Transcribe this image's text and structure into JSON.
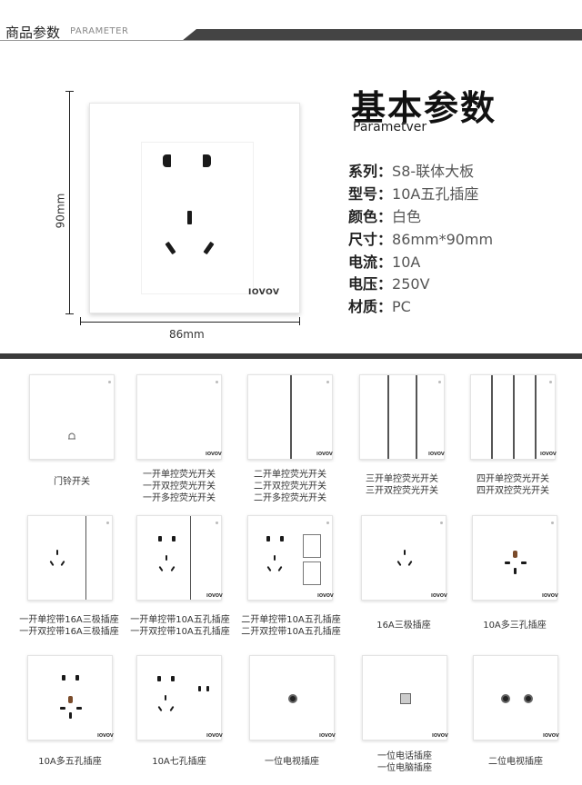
{
  "header": {
    "title": "商品参数",
    "subtitle": "PARAMETER"
  },
  "main": {
    "dim_height": "90mm",
    "dim_width": "86mm",
    "brand": "IOVOV",
    "title": "基本参数",
    "subtitle": "Parametver",
    "specs": [
      {
        "key": "系列",
        "value": "S8-联体大板"
      },
      {
        "key": "型号",
        "value": "10A五孔插座"
      },
      {
        "key": "颜色",
        "value": "白色"
      },
      {
        "key": "尺寸",
        "value": "86mm*90mm"
      },
      {
        "key": "电流",
        "value": "10A"
      },
      {
        "key": "电压",
        "value": "250V"
      },
      {
        "key": "材质",
        "value": "PC"
      }
    ],
    "colon": "："
  },
  "products": [
    {
      "lines": [
        "门铃开关"
      ]
    },
    {
      "lines": [
        "一开单控荧光开关",
        "一开双控荧光开关",
        "一开多控荧光开关"
      ]
    },
    {
      "lines": [
        "二开单控荧光开关",
        "二开双控荧光开关",
        "二开多控荧光开关"
      ]
    },
    {
      "lines": [
        "三开单控荧光开关",
        "三开双控荧光开关"
      ]
    },
    {
      "lines": [
        "四开单控荧光开关",
        "四开双控荧光开关"
      ]
    },
    {
      "lines": [
        "一开单控带16A三极插座",
        "一开双控带16A三极插座"
      ]
    },
    {
      "lines": [
        "一开单控带10A五孔插座",
        "一开双控带10A五孔插座"
      ]
    },
    {
      "lines": [
        "二开单控带10A五孔插座",
        "二开双控带10A五孔插座"
      ]
    },
    {
      "lines": [
        "16A三极插座"
      ]
    },
    {
      "lines": [
        "10A多三孔插座"
      ]
    },
    {
      "lines": [
        "10A多五孔插座"
      ]
    },
    {
      "lines": [
        "10A七孔插座"
      ]
    },
    {
      "lines": [
        "一位电视插座"
      ]
    },
    {
      "lines": [
        "一位电话插座",
        "一位电脑插座"
      ]
    },
    {
      "lines": [
        "二位电视插座"
      ]
    }
  ]
}
